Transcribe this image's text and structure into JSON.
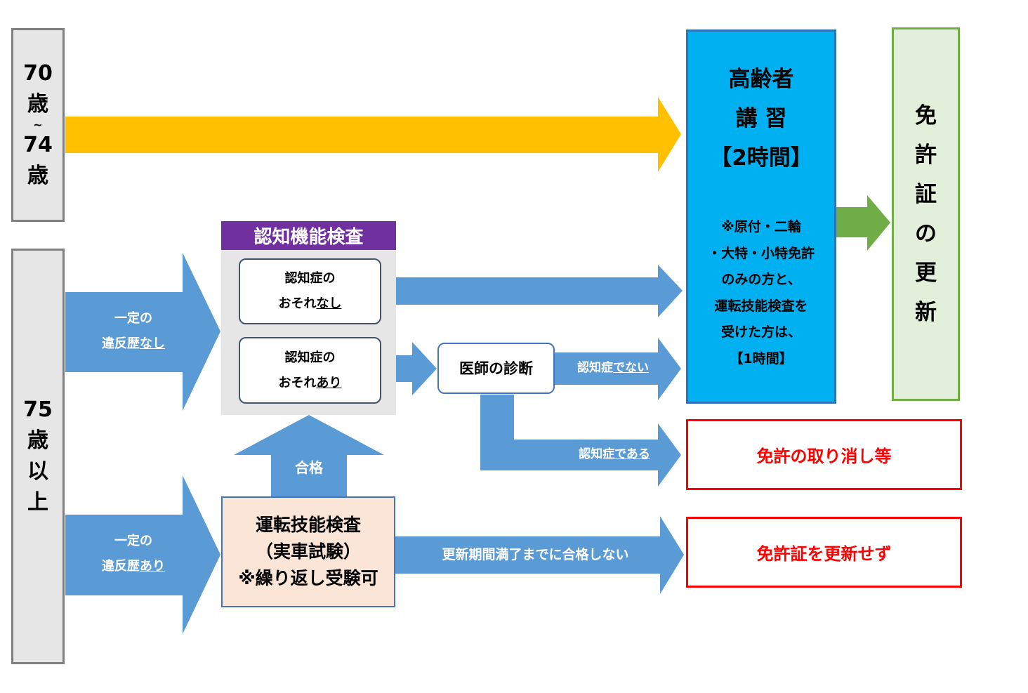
{
  "colors": {
    "orange": "#ffc000",
    "blue": "#5b9bd5",
    "green": "#70ad47",
    "cyan": "#00b0f0",
    "purple": "#7030a0",
    "red": "#ff0000"
  },
  "age_70_74": {
    "line1": "70",
    "line2": "歳",
    "tilde": "~",
    "line3": "74",
    "line4": "歳"
  },
  "age_75": {
    "line1": "75",
    "line2": "歳",
    "line3": "以",
    "line4": "上"
  },
  "no_violation": {
    "line1": "一定の",
    "line2_prefix": "違反歴",
    "line2_underline": "なし"
  },
  "violation": {
    "line1": "一定の",
    "line2_prefix": "違反歴",
    "line2_underline": "あり"
  },
  "cognitive_test": {
    "header": "認知機能検査",
    "no_risk": {
      "line1": "認知症の",
      "line2_prefix": "おそれ",
      "line2_underline": "なし"
    },
    "risk": {
      "line1": "認知症の",
      "line2_prefix": "おそれ",
      "line2_underline": "あり"
    }
  },
  "doctor": "医師の診断",
  "not_dementia": {
    "prefix": "認知症",
    "underline": "でない"
  },
  "is_dementia": {
    "prefix": "認知症",
    "underline": "である"
  },
  "pass_label": "合格",
  "driving_test": {
    "line1": "運転技能検査",
    "line2": "（実車試験）",
    "line3": "※繰り返し受験可"
  },
  "fail_label": "更新期間満了までに合格しない",
  "lecture": {
    "line1": "高齢者",
    "line2": "講 習",
    "line3": "【2時間】",
    "note1": "※原付・二輪",
    "note2": "・大特・小特免許",
    "note3": "のみの方と、",
    "note4": "運転技能検査を",
    "note5": "受けた方は、",
    "note6": "【1時間】"
  },
  "renewal": [
    "免",
    "許",
    "証",
    "の",
    "更",
    "新"
  ],
  "revocation": "免許の取り消し等",
  "no_renewal": "免許証を更新せず"
}
